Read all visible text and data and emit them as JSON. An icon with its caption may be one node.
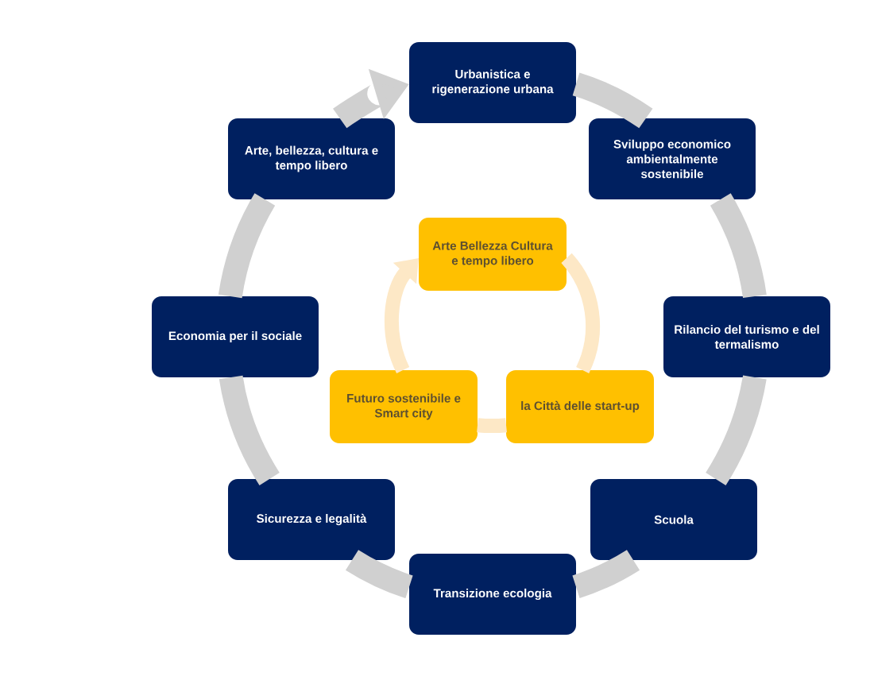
{
  "diagram": {
    "nodes": [
      {
        "text": [
          "Urbanistica e rigenerazione urbana"
        ]
      },
      {
        "text": [
          "Sviluppo economico ambientalmente sostenibile"
        ]
      },
      {
        "text": [
          "Rilancio del turismo e del termalismo"
        ]
      },
      {
        "text": [
          "Scuola"
        ]
      },
      {
        "text": [
          "Transizione ecologia"
        ]
      },
      {
        "text": [
          "Sicurezza e legalità"
        ]
      },
      {
        "text": [
          "Economia per il sociale"
        ]
      },
      {
        "text": [
          "Arte, bellezza, cultura e tempo libero"
        ]
      },
      {
        "text": [
          "Arte Bellezza Cultura e tempo libero"
        ]
      },
      {
        "text": [
          "la Città delle start-up"
        ]
      },
      {
        "text": [
          "Futuro sostenibile e Smart city"
        ]
      }
    ],
    "edges": [
      {
        "from": 0,
        "to": 1,
        "arrow": "none"
      },
      {
        "from": 1,
        "to": 2,
        "arrow": "none"
      },
      {
        "from": 2,
        "to": 3,
        "arrow": "none"
      },
      {
        "from": 3,
        "to": 4,
        "arrow": "none"
      },
      {
        "from": 4,
        "to": 5,
        "arrow": "none"
      },
      {
        "from": 5,
        "to": 6,
        "arrow": "none"
      },
      {
        "from": 6,
        "to": 7,
        "arrow": "none"
      },
      {
        "from": 7,
        "to": 0,
        "arrow": "to"
      },
      {
        "from": 8,
        "to": 9,
        "arrow": "none",
        "color": "#fde8c6"
      },
      {
        "from": 9,
        "to": 10,
        "arrow": "none",
        "color": "#fde8c6"
      },
      {
        "from": 10,
        "to": 8,
        "arrow": "to",
        "color": "#fde8c6"
      }
    ]
  }
}
